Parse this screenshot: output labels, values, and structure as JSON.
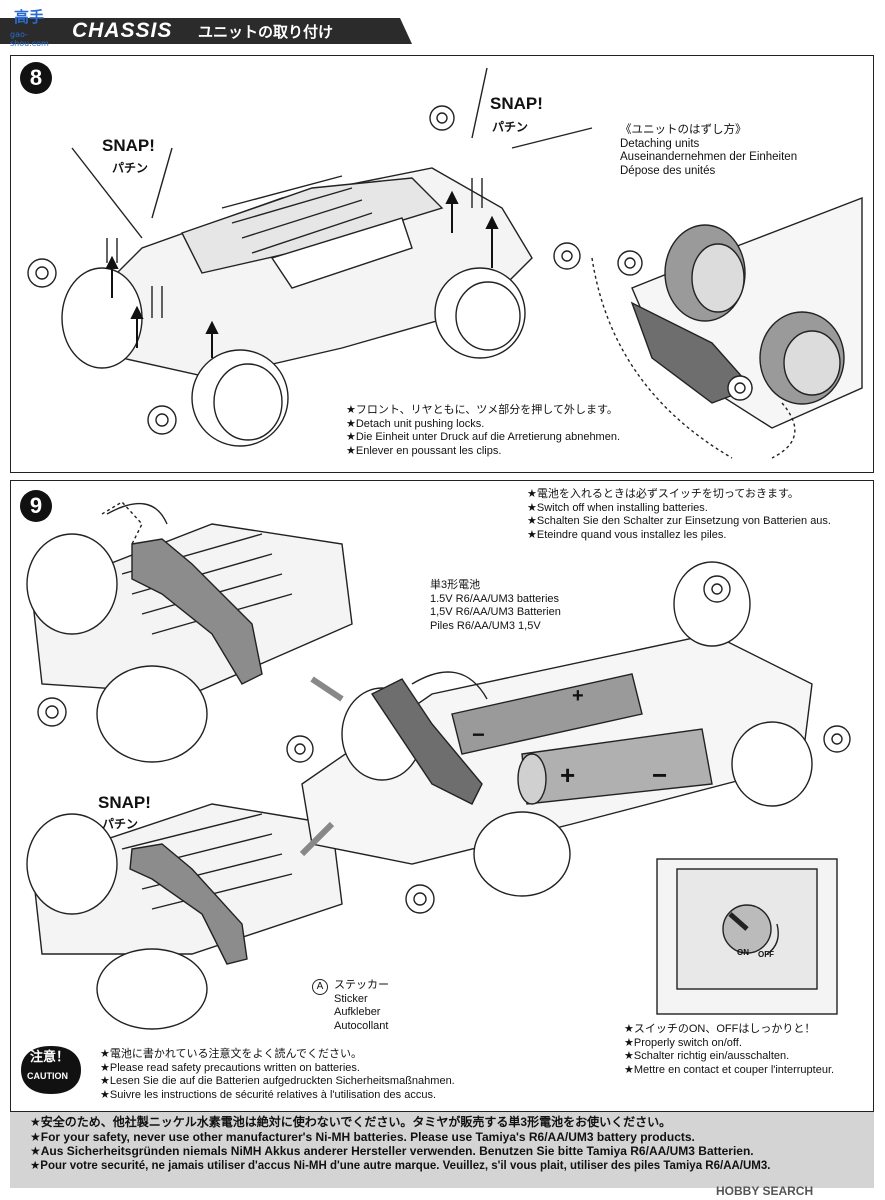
{
  "header": {
    "logo_cn": "高手",
    "logo_url": "gao-shou.com",
    "title": "CHASSIS",
    "subtitle": "ユニットの取り付け"
  },
  "step8": {
    "number": "8",
    "snap_left": "SNAP!",
    "snap_left_jp": "パチン",
    "snap_right": "SNAP!",
    "snap_right_jp": "パチン",
    "detach": [
      "《ユニットのはずし方》",
      "Detaching units",
      "Auseinandernehmen der Einheiten",
      "Dépose des unités"
    ],
    "notes": [
      "★フロント、リヤともに、ツメ部分を押して外します。",
      "★Detach unit pushing locks.",
      "★Die Einheit unter Druck auf die Arretierung abnehmen.",
      "★Enlever en poussant les clips."
    ]
  },
  "step9": {
    "number": "9",
    "switch_off": [
      "★電池を入れるときは必ずスイッチを切っておきます。",
      "★Switch off when installing batteries.",
      "★Schalten Sie den Schalter zur Einsetzung von Batterien aus.",
      "★Eteindre quand vous installez les piles."
    ],
    "battery": [
      "単3形電池",
      "1.5V R6/AA/UM3 batteries",
      "1,5V R6/AA/UM3 Batterien",
      "Piles R6/AA/UM3 1,5V"
    ],
    "snap": "SNAP!",
    "snap_jp": "パチン",
    "sticker_mark": "A",
    "sticker": [
      "ステッカー",
      "Sticker",
      "Aufkleber",
      "Autocollant"
    ],
    "switch_labels": {
      "on": "ON",
      "off": "OFF"
    },
    "switch_notes": [
      "★スイッチのON、OFFはしっかりと！",
      "★Properly switch on/off.",
      "★Schalter richtig ein/ausschalten.",
      "★Mettre en contact et couper l'interrupteur."
    ]
  },
  "caution": {
    "jp": "注意！",
    "en": "CAUTION",
    "lines": [
      "★電池に書かれている注意文をよく読んでください。",
      "★Please read safety precautions written on batteries.",
      "★Lesen Sie die auf die Batterien aufgedruckten Sicherheitsmaßnahmen.",
      "★Suivre les instructions de sécurité relatives à l'utilisation des accus."
    ]
  },
  "safety": [
    "★安全のため、他社製ニッケル水素電池は絶対に使わないでください。タミヤが販売する単3形電池をお使いください。",
    "★For your safety, never use other manufacturer's Ni-MH batteries. Please use Tamiya's R6/AA/UM3 battery products.",
    "★Aus Sicherheitsgründen niemals NiMH Akkus anderer Hersteller verwenden. Benutzen Sie bitte Tamiya R6/AA/UM3 Batterien.",
    "★Pour votre securité, ne jamais utiliser d'accus Ni-MH d'une autre marque. Veuillez, s'il vous plait, utiliser des piles Tamiya R6/AA/UM3."
  ],
  "watermark": "HOBBY SEARCH"
}
